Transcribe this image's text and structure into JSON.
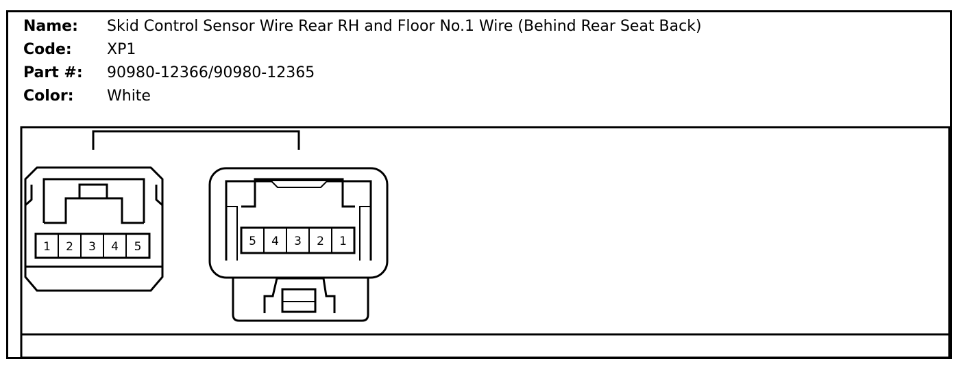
{
  "connector_info": {
    "name_label": "Name:",
    "name_value": "Skid Control Sensor Wire Rear RH and Floor No.1 Wire (Behind Rear Seat Back)",
    "code_label": "Code:",
    "code_value": "XP1",
    "part_label": "Part #:",
    "part_value": "90980-12366/90980-12365",
    "color_label": "Color:",
    "color_value": "White"
  },
  "left_connector": {
    "pins": [
      "1",
      "2",
      "3",
      "4",
      "5"
    ]
  },
  "right_connector": {
    "pins": [
      "5",
      "4",
      "3",
      "2",
      "1"
    ]
  },
  "colors": {
    "line": "#000000",
    "background": "#ffffff"
  }
}
